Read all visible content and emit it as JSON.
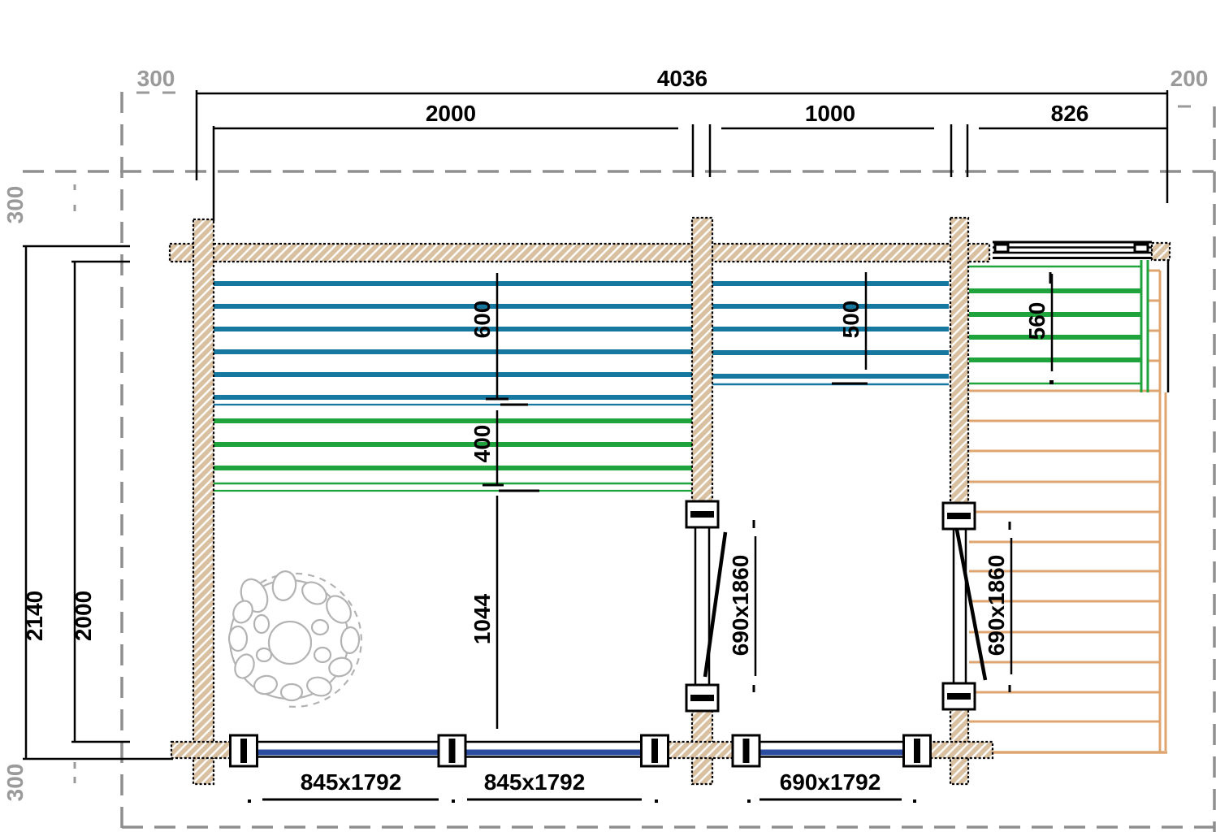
{
  "colors": {
    "wall_fill": "#d9c0a0",
    "hatch_line": "#ffffff",
    "line_black": "#000000",
    "bench_teal": "#17789f",
    "bench_green": "#1fa33c",
    "deck_tan": "#dfa571",
    "glazing_blue": "#2a4da0",
    "boundary_gray": "#8f8f8f",
    "gray_text": "#9a9a9a",
    "stone_gray": "#b3b3b3"
  },
  "dimensions": {
    "top": {
      "total": "4036",
      "room_left": "2000",
      "room_middle": "1000",
      "terrace": "826",
      "offset_left": "300",
      "offset_right": "200"
    },
    "left": {
      "outer": "2140",
      "inner": "2000",
      "offset_top": "300",
      "offset_bottom": "300"
    },
    "interior": {
      "bench_600": "600",
      "bench_400": "400",
      "bench_500": "500",
      "bench_560": "560",
      "floor_1044": "1044",
      "door_left": "690x1860",
      "door_right": "690x1860"
    },
    "bottom": {
      "window_1": "845x1792",
      "window_2": "845x1792",
      "window_3": "690x1792"
    }
  }
}
